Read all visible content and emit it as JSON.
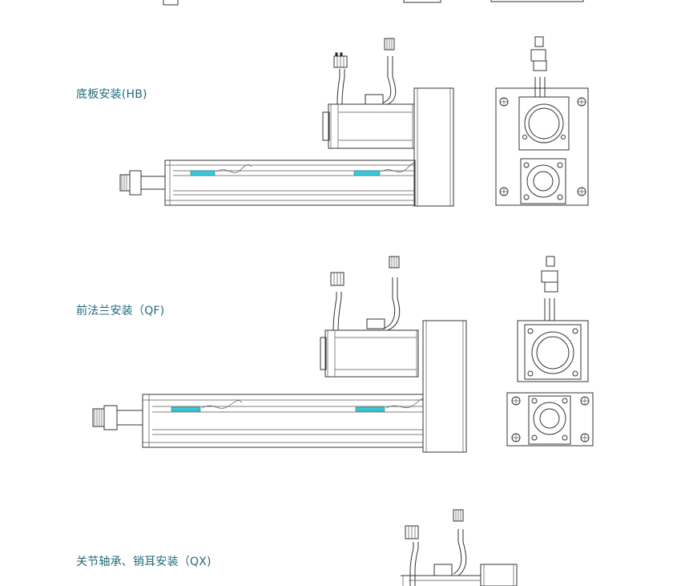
{
  "sections": [
    {
      "label": "底板安装(HB)"
    },
    {
      "label": "前法兰安装（QF)"
    },
    {
      "label": "关节轴承、销耳安装（QX)"
    }
  ]
}
